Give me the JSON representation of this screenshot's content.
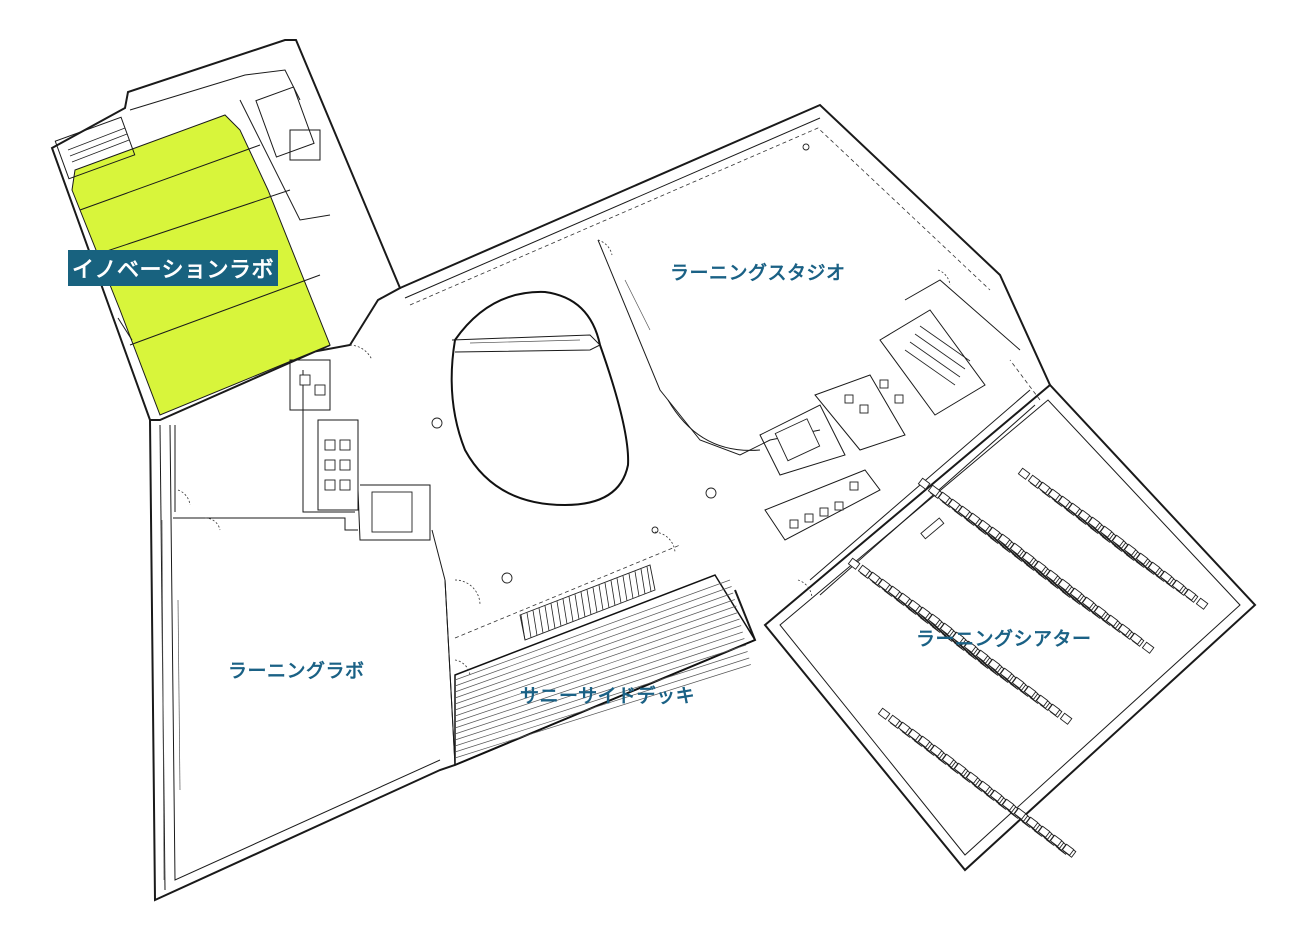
{
  "map": {
    "highlight_color": "#d8f53b",
    "label_color": "#1a6185",
    "label_bg_color": "#18627f",
    "rooms": {
      "innovation_lab": "イノベーションラボ",
      "learning_studio": "ラーニングスタジオ",
      "learning_lab": "ラーニングラボ",
      "sunny_side_deck": "サニーサイドデッキ",
      "learning_theater": "ラーニングシアター"
    }
  }
}
